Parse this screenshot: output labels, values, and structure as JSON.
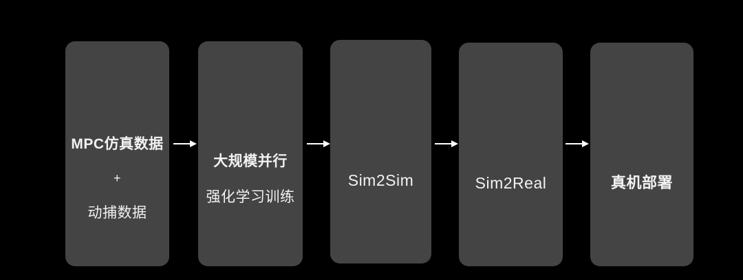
{
  "diagram": {
    "title": "Robot learning pipeline flowchart",
    "background_color": "#000000",
    "box_fill_color": "#444444",
    "text_color": "#f2f2f2",
    "arrow_color": "#ffffff",
    "stages": [
      {
        "id": "mpc-data",
        "lines": [
          "MPC仿真数据",
          "+",
          "动捕数据"
        ]
      },
      {
        "id": "large-scale-parallel-rl",
        "lines": [
          "大规模并行",
          "强化学习训练"
        ]
      },
      {
        "id": "sim2sim",
        "lines": [
          "Sim2Sim"
        ]
      },
      {
        "id": "sim2real",
        "lines": [
          "Sim2Real"
        ]
      },
      {
        "id": "real-robot-deployment",
        "lines": [
          "真机部署"
        ]
      }
    ],
    "connectors": [
      {
        "id": "arrow-1",
        "from": "mpc-data",
        "to": "large-scale-parallel-rl",
        "glyph": "arrow-right-icon"
      },
      {
        "id": "arrow-2",
        "from": "large-scale-parallel-rl",
        "to": "sim2sim",
        "glyph": "arrow-right-icon"
      },
      {
        "id": "arrow-3",
        "from": "sim2sim",
        "to": "sim2real",
        "glyph": "arrow-right-icon"
      },
      {
        "id": "arrow-4",
        "from": "sim2real",
        "to": "real-robot-deployment",
        "glyph": "arrow-right-icon"
      }
    ]
  }
}
